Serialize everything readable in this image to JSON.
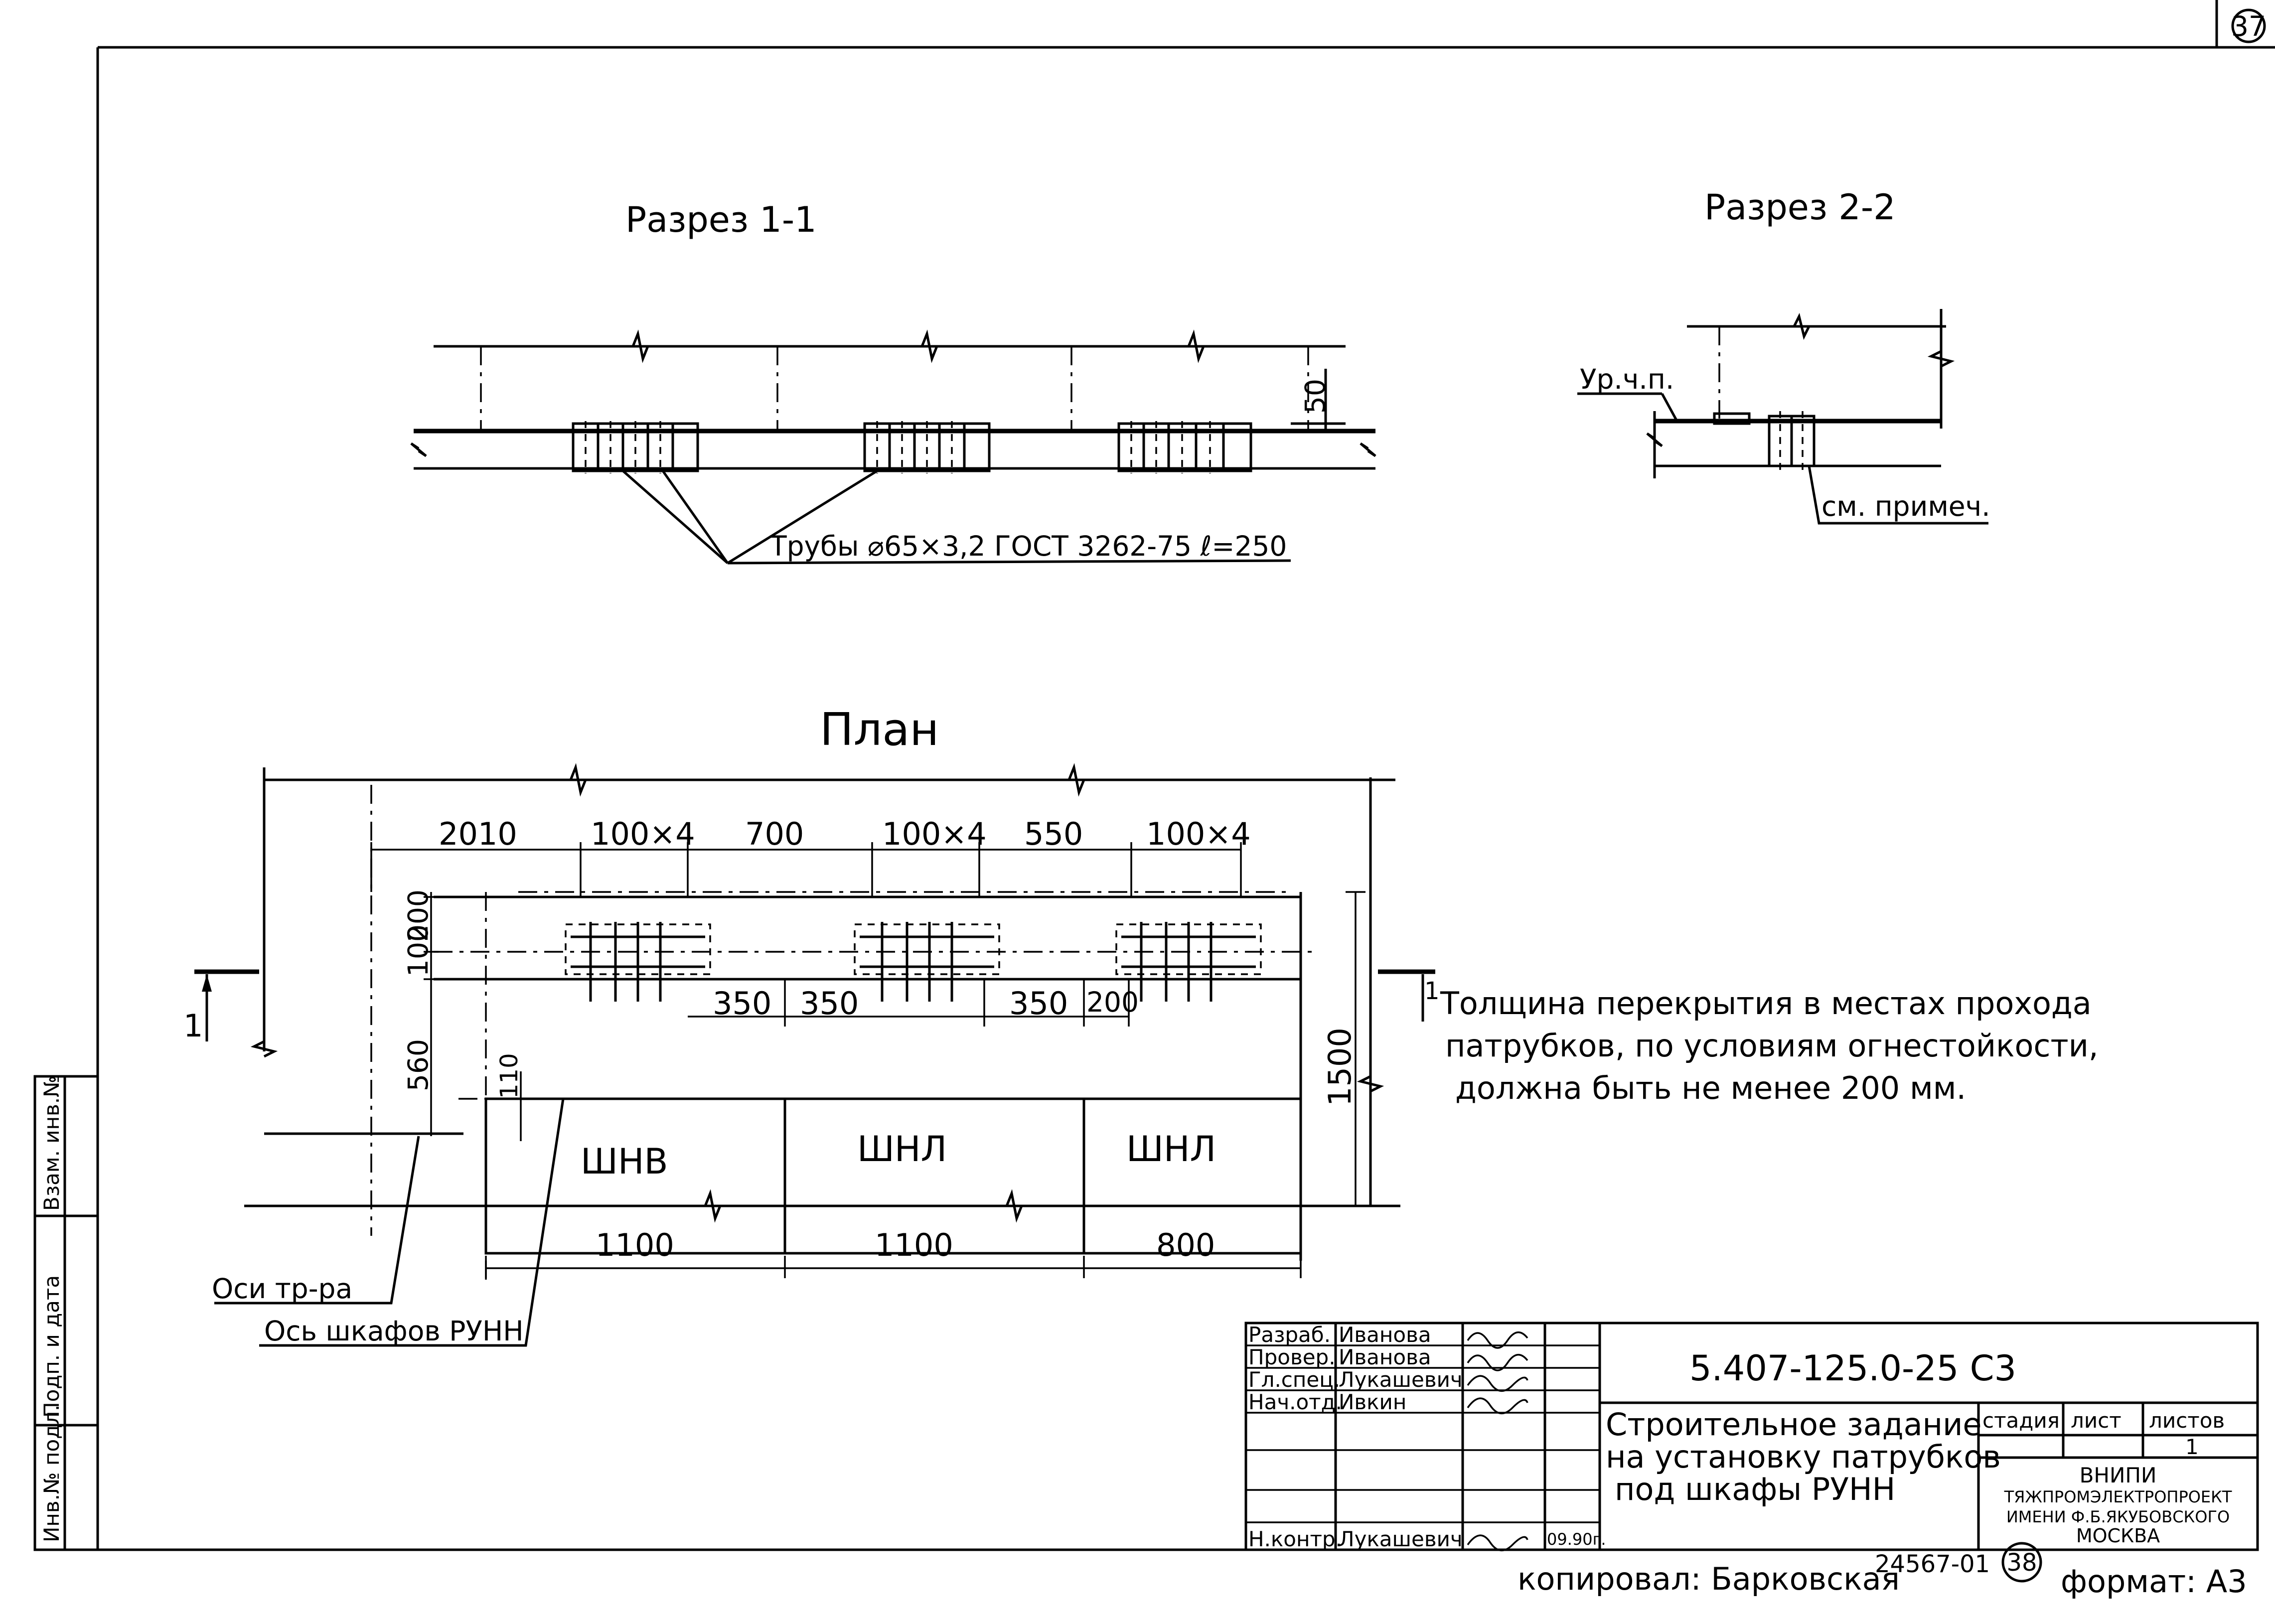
{
  "sheet": {
    "sheet_number": "37",
    "section_1_title": "Разрез 1-1",
    "section_2_title": "Разрез 2-2",
    "plan_title": "План",
    "pipe_note": "Трубы ⌀65×3,2 ГОСТ 3262-75 ℓ=250",
    "dim_50": "50",
    "floor_level": "Ур.ч.п.",
    "grout": "см. примеч.",
    "note": [
      "Толщина перекрытия в местах прохода",
      "патрубков, по условиям огнестойкости,",
      "должна быть не менее 200 мм."
    ],
    "plan": {
      "top_dims": [
        "2010",
        "100×4",
        "700",
        "100×4",
        "550",
        "100×4"
      ],
      "left_dims": [
        "200",
        "100",
        "560"
      ],
      "dim_110": "110",
      "inner_dims": [
        "350",
        "350",
        "350",
        "200"
      ],
      "right_dim": "1500",
      "cabinets": [
        "ШНВ",
        "ШНЛ",
        "ШНЛ"
      ],
      "bottom_dims": [
        "1100",
        "1100",
        "800"
      ],
      "section_mark_left": "1",
      "section_mark_right": "1",
      "leader_axis_trans": "Оси тр-ра",
      "leader_axis_cab": "Ось шкафов РУНН"
    },
    "side_stamp": [
      "Инв.№ подл.",
      "Подп. и дата",
      "Взам. инв.№"
    ],
    "title_block": {
      "roles": [
        "Разраб.",
        "Провер.",
        "Гл.спец.",
        "Нач.отд.",
        "Н.контр."
      ],
      "names": [
        "Иванова",
        "Иванова",
        "Лукашевич",
        "Ивкин",
        "Лукашевич"
      ],
      "date": "09.90г.",
      "doc_code": "5.407-125.0-25 С3",
      "description": [
        "Строительное задание",
        "на установку патрубков",
        "под шкафы РУНН"
      ],
      "stage_header": "стадия",
      "sheet_header": "лист",
      "sheets_header": "листов",
      "sheets_value": "1",
      "org": [
        "ВНИПИ",
        "ТЯЖПРОМЭЛЕКТРОПРОЕКТ",
        "ИМЕНИ Ф.Б.ЯКУБОВСКОГО",
        "МОСКВА"
      ]
    },
    "footer": {
      "copied": "копировал: Барковская",
      "archive": "24567-01",
      "page_circle": "38",
      "format": "формат: А3"
    }
  }
}
